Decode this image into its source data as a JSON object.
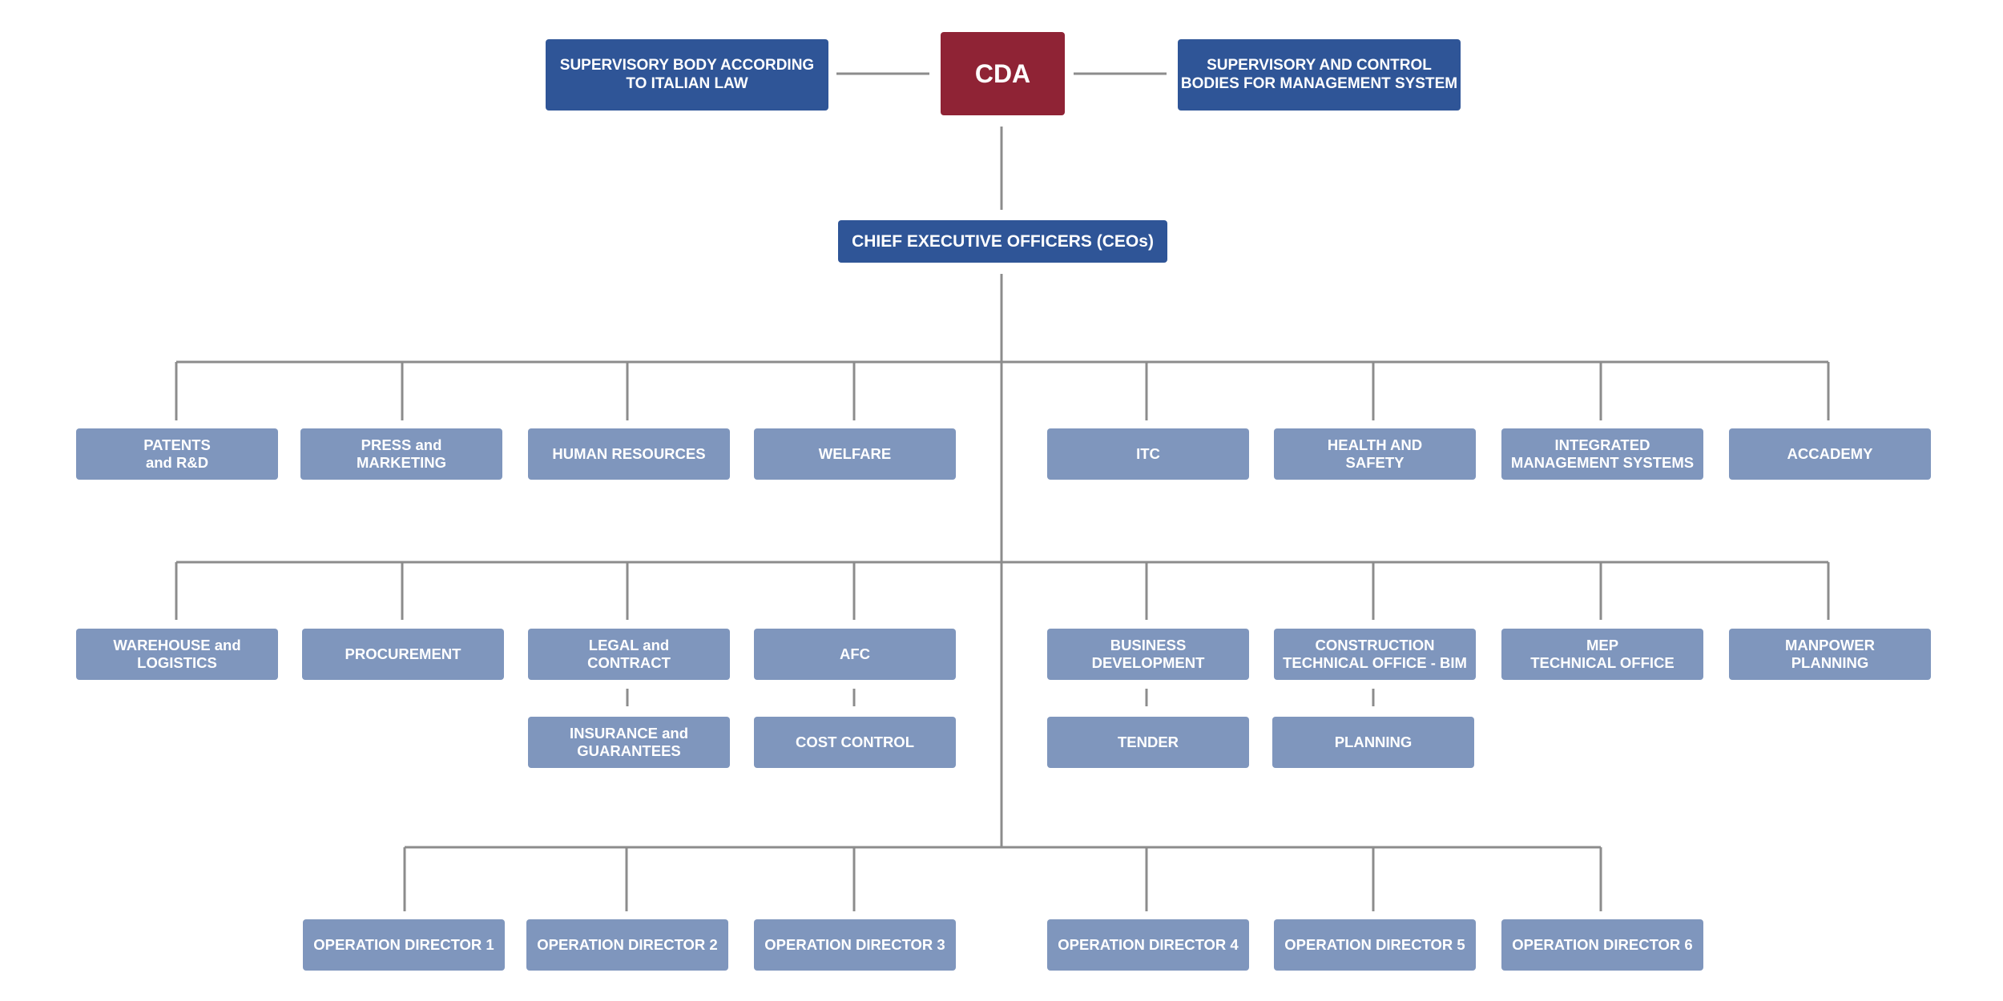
{
  "colors": {
    "top_box": "#2f5597",
    "cda_box": "#8f2335",
    "dept_box": "#7f96bd",
    "connector": "#8c8c8c",
    "text": "#ffffff"
  },
  "board": {
    "cda": "CDA",
    "supervisory_body": "SUPERVISORY BODY ACCORDING\nTO ITALIAN LAW",
    "control_bodies": "SUPERVISORY AND CONTROL\nBODIES FOR MANAGEMENT SYSTEM"
  },
  "ceo": {
    "label": "CHIEF EXECUTIVE OFFICERS (CEOs)"
  },
  "staff_row": {
    "patents": "PATENTS\nand R&D",
    "press": "PRESS and\nMARKETING",
    "hr": "HUMAN RESOURCES",
    "welfare": "WELFARE",
    "itc": "ITC",
    "health": "HEALTH AND\nSAFETY",
    "ims": "INTEGRATED\nMANAGEMENT SYSTEMS",
    "academy": "ACCADEMY"
  },
  "functions_row": {
    "warehouse": "WAREHOUSE and\nLOGISTICS",
    "procurement": "PROCUREMENT",
    "legal": "LEGAL and\nCONTRACT",
    "afc": "AFC",
    "business_dev": "BUSINESS\nDEVELOPMENT",
    "construction": "CONSTRUCTION\nTECHNICAL OFFICE - BIM",
    "mep": "MEP\nTECHNICAL OFFICE",
    "manpower": "MANPOWER\nPLANNING"
  },
  "sub_units": {
    "insurance": "INSURANCE and\nGUARANTEES",
    "cost_control": "COST CONTROL",
    "tender": "TENDER",
    "planning": "PLANNING"
  },
  "operations": {
    "d1": "OPERATION DIRECTOR 1",
    "d2": "OPERATION DIRECTOR 2",
    "d3": "OPERATION DIRECTOR 3",
    "d4": "OPERATION DIRECTOR 4",
    "d5": "OPERATION DIRECTOR 5",
    "d6": "OPERATION DIRECTOR 6"
  }
}
